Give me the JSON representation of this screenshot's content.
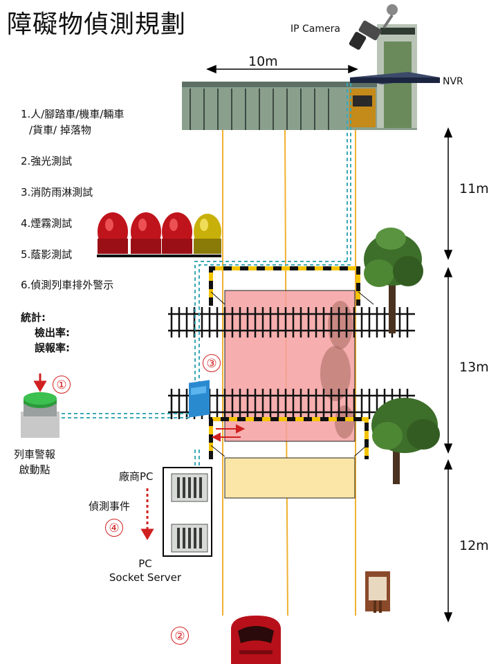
{
  "title": "障礙物偵測規劃",
  "devices": {
    "ip_camera": "IP Camera",
    "nvr": "NVR",
    "vendor_pc": "廠商PC",
    "socket_server_line1": "PC",
    "socket_server_line2": "Socket Server",
    "alarm_button_line1": "列車警報",
    "alarm_button_line2": "啟動點"
  },
  "test_items": [
    {
      "line1": "1.人/腳踏車/機車/輛車",
      "line2": "/貨車/ 掉落物"
    },
    {
      "line1": "2.強光測試"
    },
    {
      "line1": "3.消防雨淋測試"
    },
    {
      "line1": "4.煙霧測試"
    },
    {
      "line1": "5.蔭影測試"
    },
    {
      "line1": "6.偵測列車排外警示"
    }
  ],
  "statistics": {
    "heading": "統計:",
    "detection_rate": "檢出率:",
    "false_alarm_rate": "誤報率:"
  },
  "dimensions": {
    "width": "10m",
    "seg1": "11m",
    "seg2": "13m",
    "seg3": "12m"
  },
  "steps": [
    "①",
    "②",
    "③",
    "④"
  ],
  "event_label": "偵測事件",
  "colors": {
    "zone_red": "#f4a0a0",
    "zone_yellow": "#fbe6a8",
    "rail_guide": "#f0b030",
    "dashed_link": "#3aa7b5",
    "step_red": "#d02020",
    "barrier_yellow": "#f5c400"
  }
}
